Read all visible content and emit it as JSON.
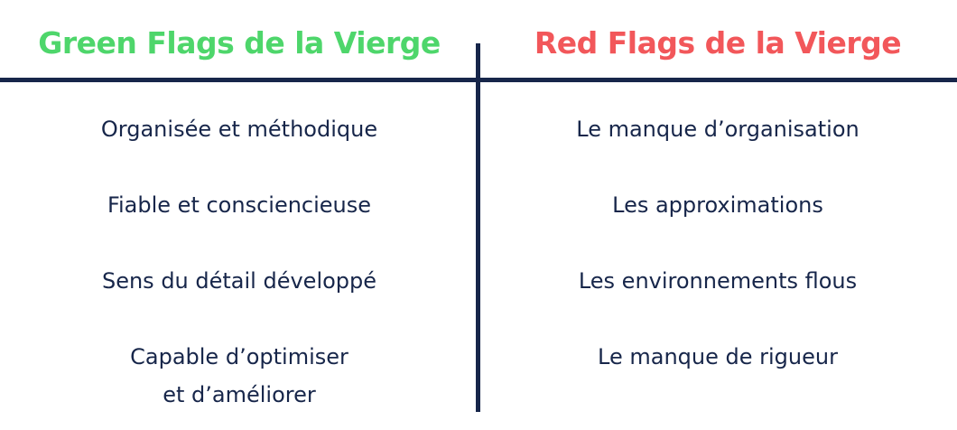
{
  "green": {
    "title": "Green Flags de la Vierge",
    "items": [
      "Organisée et méthodique",
      "Fiable et consciencieuse",
      "Sens du détail développé",
      "Capable d’optimiser\net d’améliorer"
    ]
  },
  "red": {
    "title": "Red Flags de la Vierge",
    "items": [
      "Le manque d’organisation",
      "Les approximations",
      "Les environnements flous",
      "Le manque de rigueur"
    ]
  },
  "colors": {
    "green": "#4ed66b",
    "red": "#f2575a",
    "text": "#17264a"
  }
}
